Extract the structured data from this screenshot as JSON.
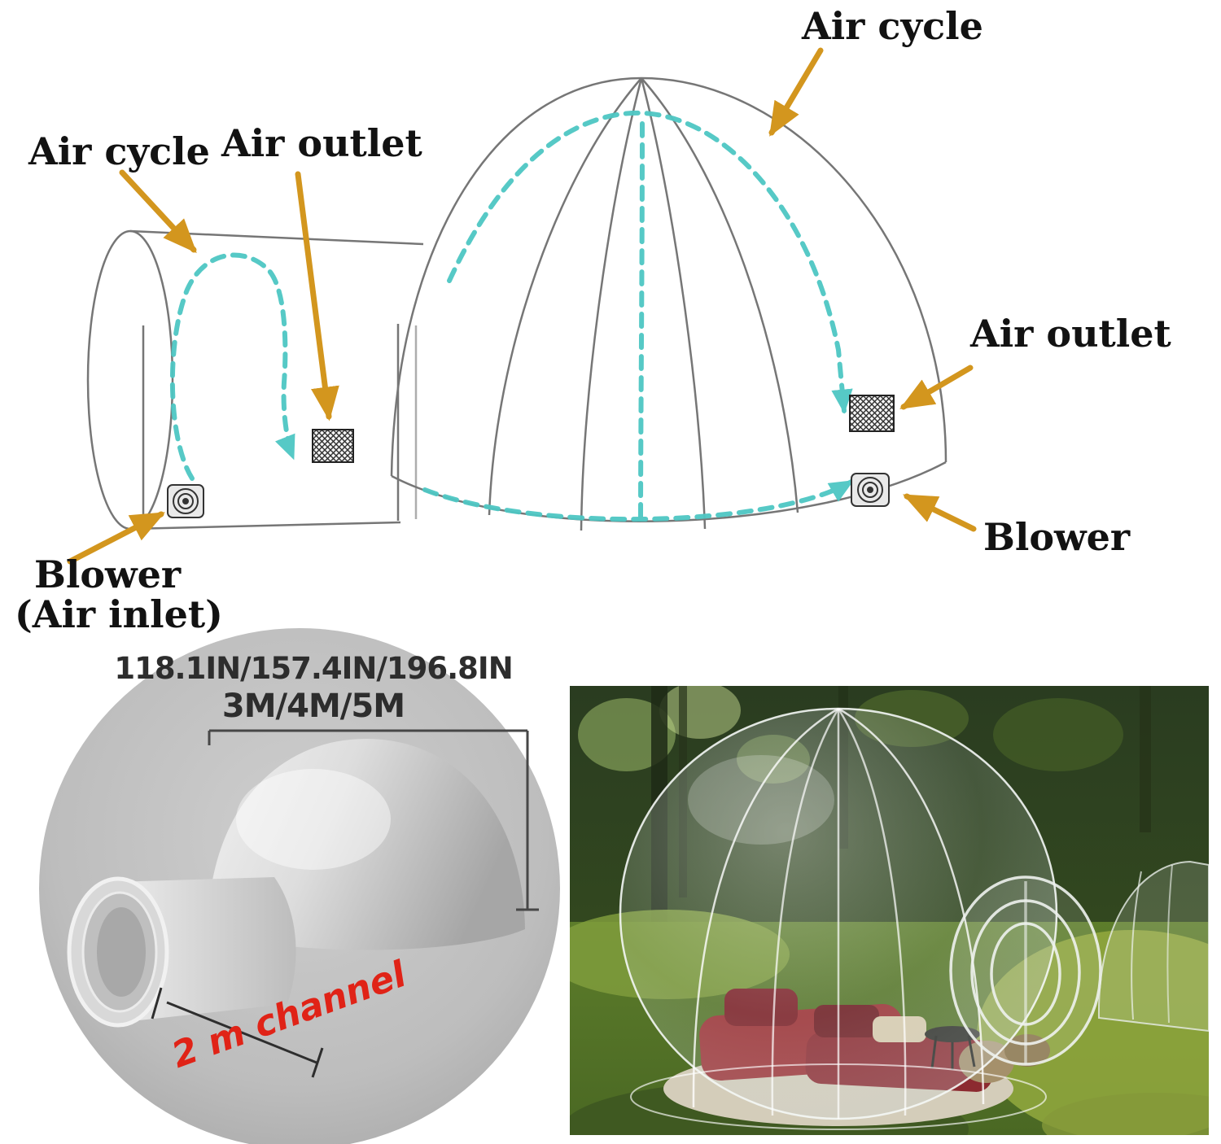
{
  "diagram": {
    "labels": {
      "air_cycle_top": "Air cycle",
      "air_cycle_left": "Air cycle",
      "air_outlet_top": "Air outlet",
      "air_outlet_right": "Air outlet",
      "blower_right": "Blower",
      "blower_left_title": "Blower",
      "blower_left_subtitle": "(Air inlet)"
    },
    "icons": {
      "air_outlet": "mesh-vent-square",
      "blower": "fan-blower-coil"
    }
  },
  "size_chart": {
    "diameter_inches": "118.1IN/157.4IN/196.8IN",
    "diameter_meters": "3M/4M/5M",
    "channel_length": "2 m channel"
  },
  "colors": {
    "airflow_teal": "#4ec7c3",
    "callout_gold": "#d3961e",
    "channel_red": "#e02317",
    "label_ink": "#121212",
    "outline_gray": "#767676"
  }
}
